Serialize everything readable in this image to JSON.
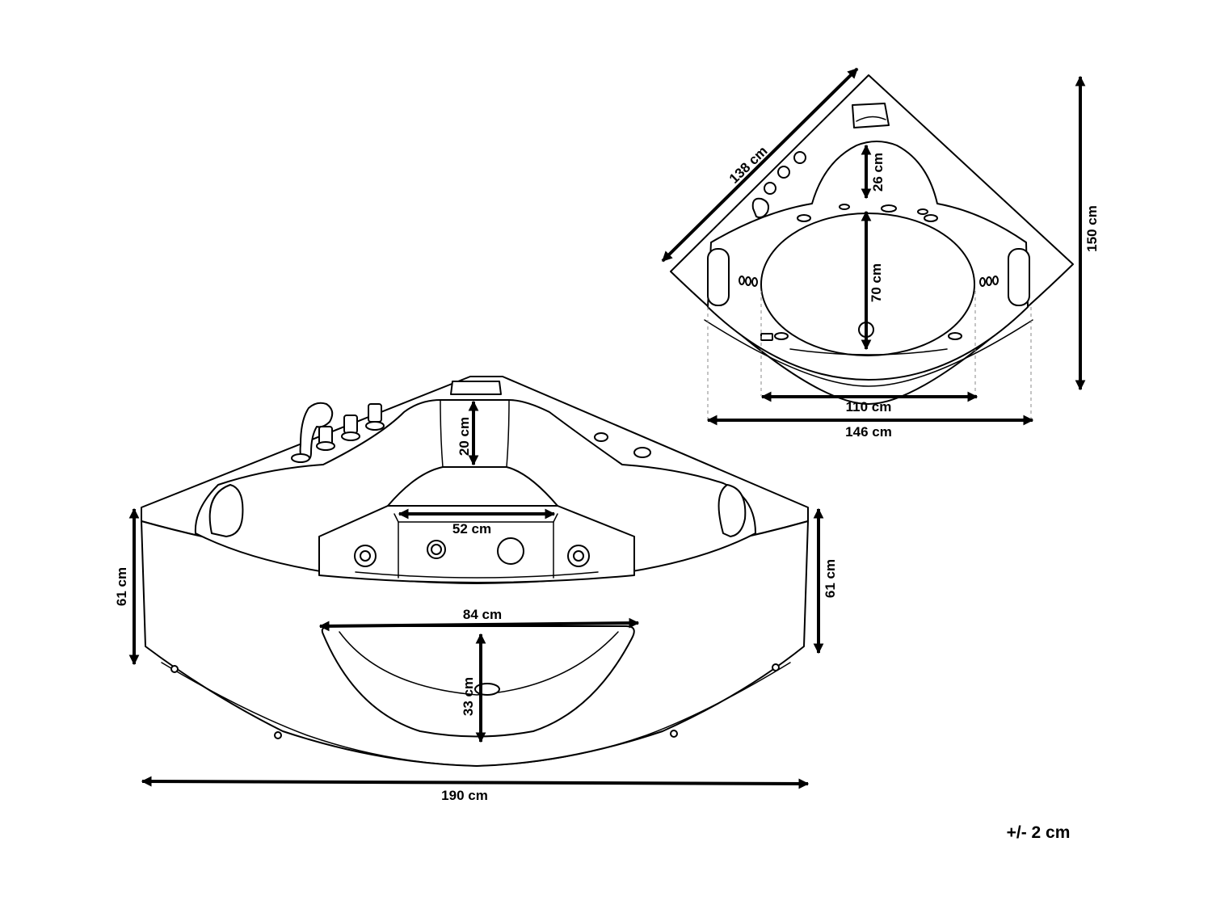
{
  "dimensions": {
    "top_side": "138 cm",
    "top_depth": "150 cm",
    "top_seat": "26 cm",
    "top_basin": "70 cm",
    "top_inner_width": "110 cm",
    "top_width": "146 cm",
    "front_seat": "20 cm",
    "front_footwell": "52 cm",
    "front_height_left": "61 cm",
    "front_height_right": "61 cm",
    "front_window_width": "84 cm",
    "front_window_height": "33 cm",
    "front_width": "190 cm"
  },
  "tolerance": "+/- 2 cm"
}
